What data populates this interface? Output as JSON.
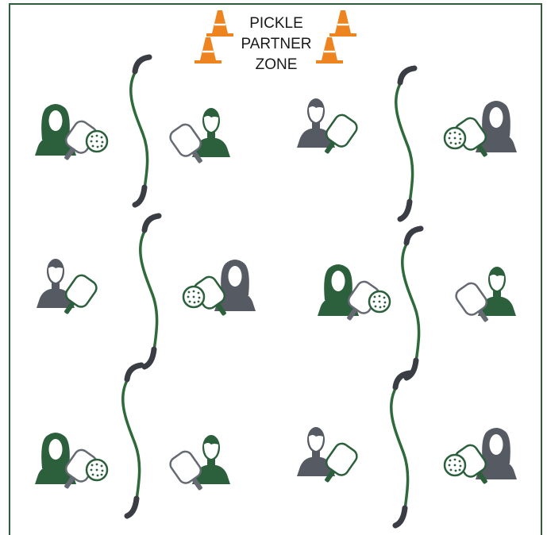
{
  "title_lines": [
    "PICKLE",
    "PARTNER",
    "ZONE"
  ],
  "colors": {
    "frame": "#2f5e3a",
    "green": "#2c5f3b",
    "gray": "#555a63",
    "cone": "#ee8420",
    "rope": "#2f6a3b",
    "handle": "#3a3d44",
    "paddle_outline_gray": "#666a72",
    "paddle_outline_green": "#2c5f3b"
  },
  "players": [
    {
      "gender": "female",
      "color": "green",
      "holding": "paddle-and-ball"
    },
    {
      "gender": "male",
      "color": "green",
      "holding": "paddle"
    },
    {
      "gender": "male",
      "color": "gray",
      "holding": "paddle"
    },
    {
      "gender": "female",
      "color": "gray",
      "holding": "paddle-and-ball"
    },
    {
      "gender": "male",
      "color": "gray",
      "holding": "paddle"
    },
    {
      "gender": "female",
      "color": "gray",
      "holding": "paddle-and-ball"
    },
    {
      "gender": "female",
      "color": "green",
      "holding": "paddle-and-ball"
    },
    {
      "gender": "male",
      "color": "green",
      "holding": "paddle"
    },
    {
      "gender": "female",
      "color": "green",
      "holding": "paddle-and-ball"
    },
    {
      "gender": "male",
      "color": "green",
      "holding": "paddle"
    },
    {
      "gender": "male",
      "color": "gray",
      "holding": "paddle"
    },
    {
      "gender": "female",
      "color": "gray",
      "holding": "paddle-and-ball"
    }
  ],
  "ropes_count": 6,
  "cones_count": 4
}
